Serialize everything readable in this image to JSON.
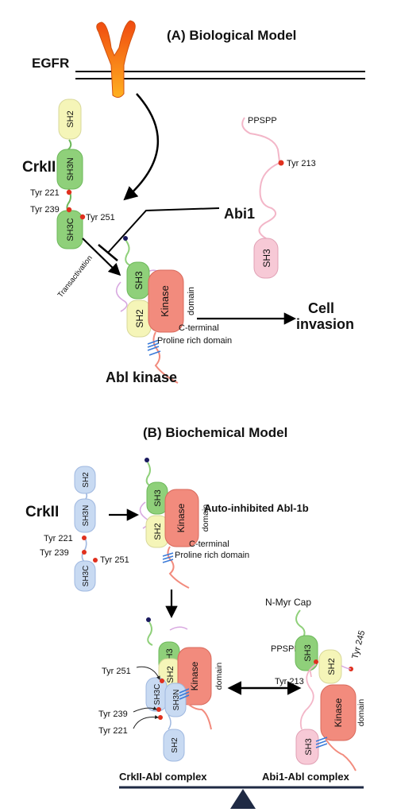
{
  "panel_a": {
    "title": "(A)  Biological Model",
    "egfr": "EGFR",
    "crkii": "CrkII",
    "sh2": "SH2",
    "sh3n": "SH3N",
    "sh3c": "SH3C",
    "tyr221": "Tyr 221",
    "tyr239": "Tyr 239",
    "tyr251": "Tyr 251",
    "abi1": "Abi1",
    "ppspp": "PPSPP",
    "tyr213": "Tyr 213",
    "abi_sh3": "SH3",
    "transactivation": "Transactivation",
    "abl_sh3": "SH3",
    "abl_sh2": "SH2",
    "kinase": "Kinase",
    "domain": "domain",
    "c_terminal": "C-terminal",
    "proline": "Proline rich domain",
    "cell": "Cell",
    "invasion": "invasion",
    "abl_kinase": "Abl kinase"
  },
  "panel_b": {
    "title": "(B)  Biochemical Model",
    "crkii": "CrkII",
    "sh2": "SH2",
    "sh3n": "SH3N",
    "sh3c": "SH3C",
    "tyr221": "Tyr 221",
    "tyr239": "Tyr 239",
    "tyr251": "Tyr 251",
    "autoinhibited": "Auto-inhibited Abl-1b",
    "abl_sh3": "SH3",
    "abl_sh2": "SH2",
    "kinase": "Kinase",
    "domain": "domain",
    "c_terminal": "C-terminal",
    "proline": "Proline rich domain",
    "cx_tyr251": "Tyr 251",
    "cx_tyr239": "Tyr 239",
    "cx_tyr221": "Tyr 221",
    "cx_sh3": "SH3",
    "cx_sh2": "SH2",
    "cx_kinase": "Kinase",
    "cx_domain": "domain",
    "cx_sh3c": "SH3C",
    "cx_sh3n": "SH3N",
    "cx_crk_sh2": "SH2",
    "nmyr": "N-Myr Cap",
    "ab_ppspp": "PPSPP",
    "ab_sh3": "SH3",
    "ab_tyr245": "Tyr 245",
    "ab_tyr213": "Tyr 213",
    "ab_sh2": "SH2",
    "ab_kinase": "Kinase",
    "ab_domain": "domain",
    "ab_abi_sh3": "SH3",
    "crkii_abl_complex": "CrkII-Abl complex",
    "abi1_abl_complex": "Abi1-Abl complex"
  },
  "colors": {
    "green": "#8fd07a",
    "yellow": "#f5f5b8",
    "salmon": "#f28b7d",
    "pink": "#f7c9d6",
    "lightblue": "#c8daf2",
    "red_dot": "#e0301e",
    "navy_dot": "#1a1a5e"
  }
}
